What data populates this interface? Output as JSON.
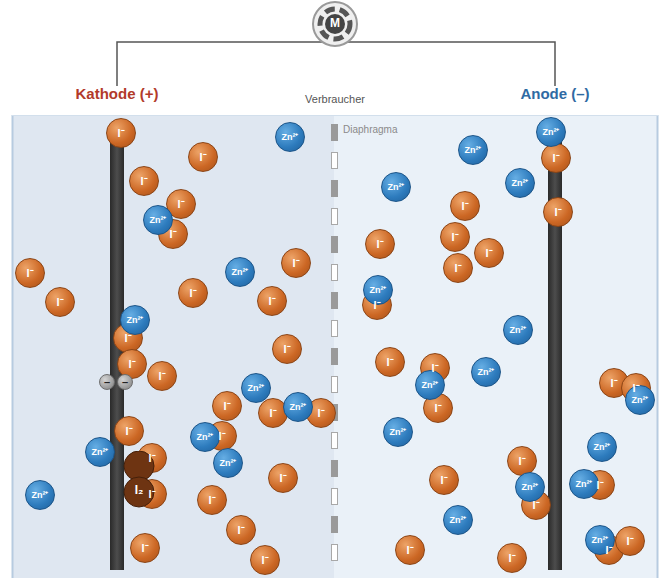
{
  "diagram": {
    "nodes": [
      {
        "text": [
          "M",
          "Verbraucher"
        ]
      },
      {
        "text": [
          "Kathode (+)"
        ]
      },
      {
        "text": [
          "Anode (–)"
        ]
      },
      {
        "text": [
          "I⁻"
        ]
      },
      {
        "text": [
          "I⁻"
        ]
      },
      {
        "text": [
          "I⁻"
        ]
      },
      {
        "text": [
          "I⁻"
        ]
      },
      {
        "text": [
          "I⁻"
        ]
      },
      {
        "text": [
          "I⁻"
        ]
      },
      {
        "text": [
          "I⁻"
        ]
      },
      {
        "text": [
          "I⁻"
        ]
      },
      {
        "text": [
          "I⁻"
        ]
      },
      {
        "text": [
          "I⁻"
        ]
      },
      {
        "text": [
          "I⁻"
        ]
      },
      {
        "text": [
          "I⁻"
        ]
      },
      {
        "text": [
          "I⁻"
        ]
      },
      {
        "text": [
          "I⁻"
        ]
      },
      {
        "text": [
          "I⁻"
        ]
      },
      {
        "text": [
          "I⁻"
        ]
      },
      {
        "text": [
          "I⁻"
        ]
      },
      {
        "text": [
          "I⁻"
        ]
      },
      {
        "text": [
          "I⁻"
        ]
      },
      {
        "text": [
          "I⁻"
        ]
      },
      {
        "text": [
          "I⁻"
        ]
      },
      {
        "text": [
          "I⁻"
        ]
      },
      {
        "text": [
          "I⁻"
        ]
      },
      {
        "text": [
          "I⁻"
        ]
      },
      {
        "text": [
          "I⁻"
        ]
      },
      {
        "text": [
          "I⁻"
        ]
      },
      {
        "text": [
          "I⁻"
        ]
      },
      {
        "text": [
          "I⁻"
        ]
      },
      {
        "text": [
          "I⁻"
        ]
      },
      {
        "text": [
          "I⁻"
        ]
      },
      {
        "text": [
          "I⁻"
        ]
      },
      {
        "text": [
          "I⁻"
        ]
      },
      {
        "text": [
          "I⁻"
        ]
      },
      {
        "text": [
          "I⁻"
        ]
      },
      {
        "text": [
          "I⁻"
        ]
      },
      {
        "text": [
          "I⁻"
        ]
      },
      {
        "text": [
          "I⁻"
        ]
      },
      {
        "text": [
          "I⁻"
        ]
      },
      {
        "text": [
          "I⁻"
        ]
      },
      {
        "text": [
          "I⁻"
        ]
      },
      {
        "text": [
          "I⁻"
        ]
      },
      {
        "text": [
          "I⁻"
        ]
      },
      {
        "text": [
          "I⁻"
        ]
      },
      {
        "text": [
          "I⁻"
        ]
      },
      {
        "text": [
          "I⁻"
        ]
      },
      {
        "text": [
          "I⁻"
        ]
      },
      {
        "text": [
          "I⁻"
        ]
      },
      {
        "text": [
          "Zn²⁺"
        ]
      },
      {
        "text": [
          "Zn²⁺"
        ]
      },
      {
        "text": [
          "Zn²⁺"
        ]
      },
      {
        "text": [
          "Zn²⁺"
        ]
      },
      {
        "text": [
          "Zn²⁺"
        ]
      },
      {
        "text": [
          "Zn²⁺"
        ]
      },
      {
        "text": [
          "Zn²⁺"
        ]
      },
      {
        "text": [
          "Zn²⁺"
        ]
      },
      {
        "text": [
          "Zn²⁺"
        ]
      },
      {
        "text": [
          "Zn²⁺"
        ]
      },
      {
        "text": [
          "Zn²⁺"
        ]
      },
      {
        "text": [
          "Zn²⁺"
        ]
      },
      {
        "text": [
          "Zn²⁺"
        ]
      },
      {
        "text": [
          "Zn²⁺"
        ]
      },
      {
        "text": [
          "Zn²⁺"
        ]
      },
      {
        "text": [
          "Zn²⁺"
        ]
      },
      {
        "text": [
          "Zn²⁺"
        ]
      },
      {
        "text": [
          "Zn²⁺"
        ]
      },
      {
        "text": [
          "Zn²⁺"
        ]
      },
      {
        "text": [
          "Zn²⁺"
        ]
      },
      {
        "text": [
          "Zn²⁺"
        ]
      },
      {
        "text": [
          "Zn²⁺"
        ]
      },
      {
        "text": [
          "Zn²⁺"
        ]
      },
      {
        "text": [
          "Zn²⁺"
        ]
      },
      {
        "text": [
          "Zn²⁺"
        ]
      },
      {
        "text": [
          "I₂"
        ]
      },
      {
        "text": [
          "–"
        ]
      },
      {
        "text": [
          "–"
        ]
      }
    ],
    "edges": [
      {
        "from": 0,
        "to": 1,
        "arrow": "none"
      },
      {
        "from": 0,
        "to": 2,
        "arrow": "none"
      }
    ],
    "labels": [
      "Diaphragma"
    ]
  }
}
